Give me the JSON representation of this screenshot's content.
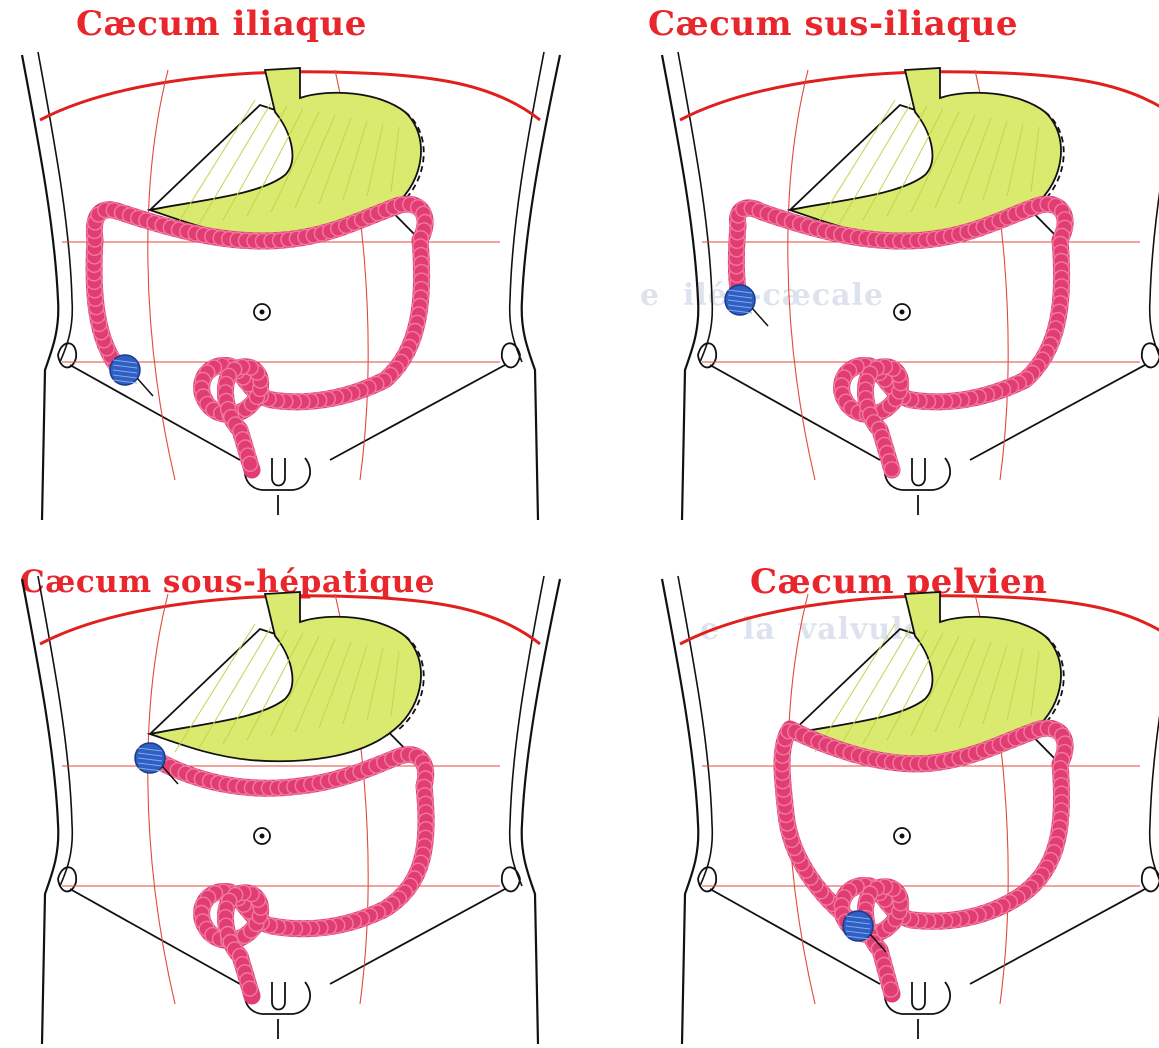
{
  "figure": {
    "panels": [
      {
        "id": "iliaque",
        "title": "Cæcum iliaque"
      },
      {
        "id": "sus-iliaque",
        "title": "Cæcum sus-iliaque"
      },
      {
        "id": "sous-hepatique",
        "title": "Cæcum sous-hépatique"
      },
      {
        "id": "pelvien",
        "title": "Cæcum pelvien"
      }
    ]
  },
  "colors": {
    "title": "#e8262b",
    "outline": "#111111",
    "stomach_fill": "#d9ea6e",
    "stomach_hatch": "#c2d44e",
    "colon": "#e23d72",
    "colon_bead": "#f07aa0",
    "caecum": "#2d5fc4",
    "diaphragm": "#e0201c",
    "guide_lines": "#e04a3c"
  }
}
